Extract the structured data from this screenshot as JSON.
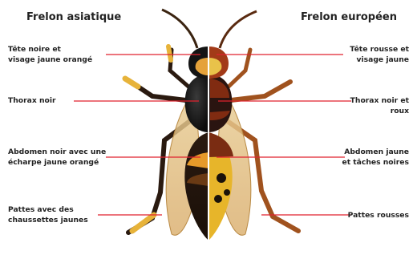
{
  "titles": {
    "left": "Frelon asiatique",
    "right": "Frelon européen"
  },
  "left_labels": [
    {
      "line1": "Tête noire et",
      "line2": "visage jaune orangé"
    },
    {
      "line1": "Thorax noir",
      "line2": ""
    },
    {
      "line1": "Abdomen noir avec une",
      "line2": "écharpe jaune orangé"
    },
    {
      "line1": "Pattes avec des",
      "line2": "chaussettes jaunes"
    }
  ],
  "right_labels": [
    {
      "line1": "Tête rousse et",
      "line2": "visage jaune"
    },
    {
      "line1": "Thorax noir et",
      "line2": "roux"
    },
    {
      "line1": "Abdomen jaune",
      "line2": "et tâches noires"
    },
    {
      "line1": "Pattes rousses",
      "line2": ""
    }
  ],
  "colors": {
    "leader_line": "#e0222e",
    "divider": "#ffffff",
    "text": "#222222"
  }
}
